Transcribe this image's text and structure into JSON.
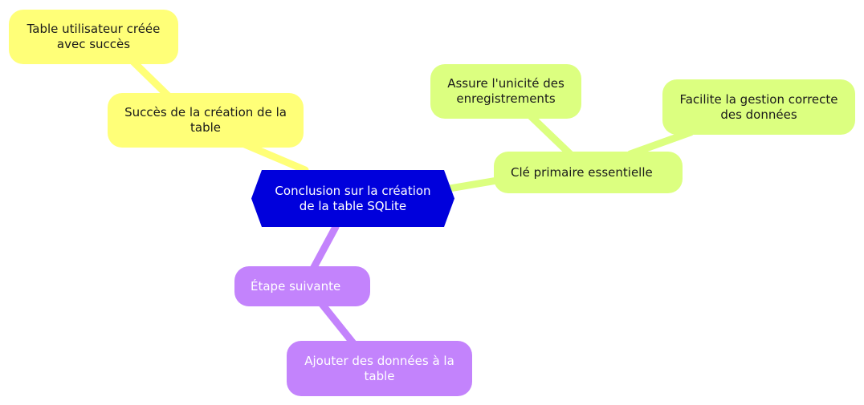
{
  "colors": {
    "center": "#0000dc",
    "yellow_branch": "#ffff78",
    "green_branch": "#dcff80",
    "purple_branch": "#c383fc"
  },
  "mindmap": {
    "root": {
      "line1": "Conclusion sur la création",
      "line2": "de la table SQLite"
    },
    "branches": {
      "success": {
        "line1": "Succès de la création de la",
        "line2": "table",
        "child": {
          "line1": "Table utilisateur créée",
          "line2": "avec succès"
        }
      },
      "primary_key": {
        "line1": "Clé primaire essentielle",
        "children": [
          {
            "line1": "Assure l'unicité des",
            "line2": "enregistrements"
          },
          {
            "line1": "Facilite la gestion correcte",
            "line2": "des données"
          }
        ]
      },
      "next_step": {
        "line1": "Étape suivante",
        "child": {
          "line1": "Ajouter des données à la",
          "line2": "table"
        }
      }
    }
  }
}
